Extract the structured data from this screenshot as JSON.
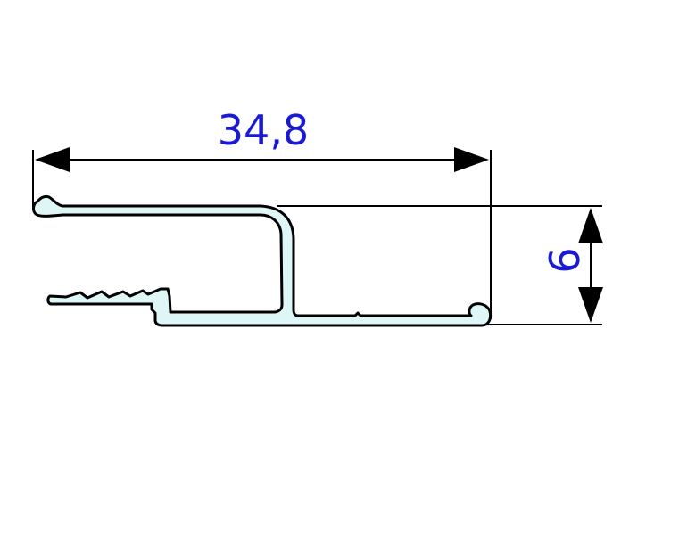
{
  "drawing": {
    "width_dimension": {
      "label": "34,8",
      "value": 34.8
    },
    "height_dimension": {
      "label": "9",
      "value": 9
    },
    "colors": {
      "dimension_text": "#1a1ad6",
      "profile_fill": "#dff6f6",
      "lines": "#000000",
      "background": "#ffffff"
    }
  }
}
